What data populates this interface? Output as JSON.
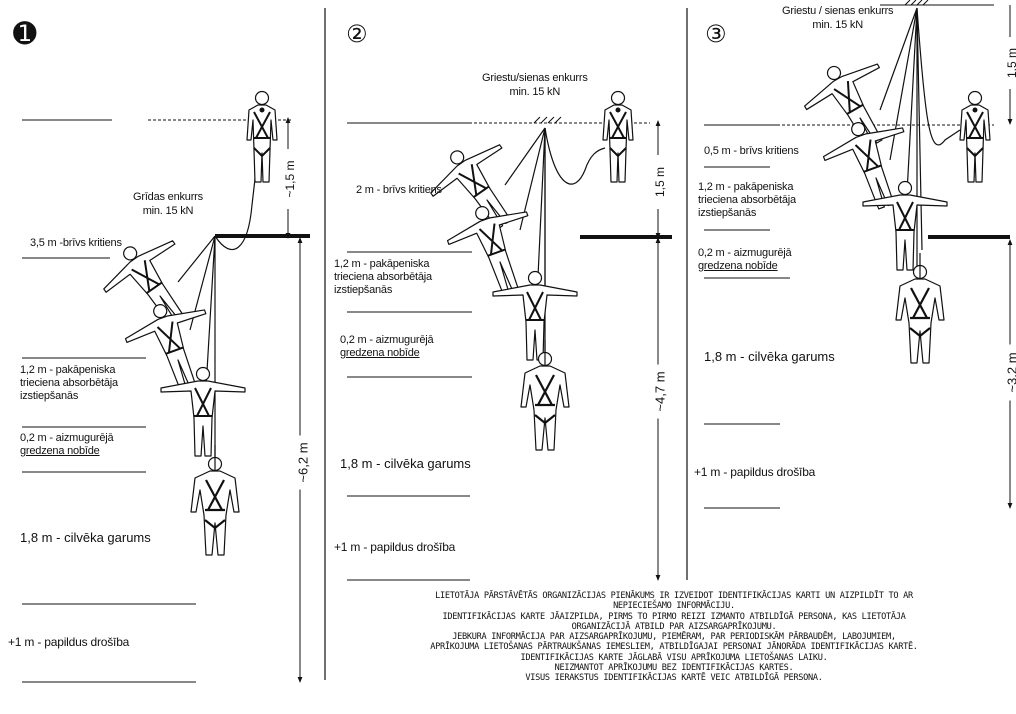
{
  "panel1": {
    "number": "➊",
    "anchor": [
      "Grīdas enkurrs",
      "min. 15 kN"
    ],
    "height_label": "~1,5 m",
    "total_label": "~6,2 m",
    "free_fall": "3,5 m -brīvs kritiens",
    "absorber": [
      "1,2 m -  pakāpeniska",
      "trieciena absorbētāja",
      "izstiepšanās"
    ],
    "ring": [
      "0,2 m -  aizmugurējā",
      "gredzena nobīde"
    ],
    "person": "1,8 m - cilvēka garums",
    "safety": "+1 m - papildus drošība"
  },
  "panel2": {
    "number": "②",
    "anchor": [
      "Griestu/sienas enkurrs",
      "min. 15 kN"
    ],
    "height_label": "1,5 m",
    "total_label": "~4,7 m",
    "free_fall": "2 m - brīvs kritiens",
    "absorber": [
      "1,2 m -  pakāpeniska",
      "trieciena absorbētāja",
      "izstiepšanās"
    ],
    "ring": [
      "0,2 m -  aizmugurējā",
      "gredzena nobīde"
    ],
    "person": "1,8 m - cilvēka garums",
    "safety": "+1 m - papildus drošība"
  },
  "panel3": {
    "number": "③",
    "anchor": [
      "Griestu / sienas enkurrs",
      "min. 15 kN"
    ],
    "height_label": "1,5 m",
    "total_label": "~3,2 m",
    "free_fall": "0,5 m - brīvs kritiens",
    "absorber": [
      "1,2 m -  pakāpeniska",
      "trieciena absorbētāja",
      "izstiepšanās"
    ],
    "ring": [
      "0,2 m -  aizmugurējā",
      "gredzena nobīde"
    ],
    "person": "1,8 m - cilvēka garums",
    "safety": "+1 m - papildus drošība"
  },
  "notes": [
    "LIETOTĀJA PĀRSTĀVĒTĀS ORGANIZĀCIJAS PIENĀKUMS IR IZVEIDOT IDENTIFIKĀCIJAS KARTI UN AIZPILDĪT TO AR",
    "NEPIECIEŠAMO INFORMĀCIJU.",
    "IDENTIFIKĀCIJAS KARTE JĀAIZPILDA, PIRMS TO PIRMO REIZI IZMANTO ATBILDĪGĀ PERSONA, KAS LIETOTĀJA",
    "ORGANIZĀCIJĀ ATBILD PAR AIZSARGAPRĪKOJUMU.",
    "JEBKURA INFORMĀCIJA PAR AIZSARGAPRĪKOJUMU, PIEMĒRAM, PAR PERIODISKĀM PĀRBAUDĒM, LABOJUMIEM,",
    "APRĪKOJUMA LIETOŠANAS PĀRTRAUKŠANAS IEMESLIEM, ATBILDĪGAJAI PERSONAI JĀNORĀDA IDENTIFIKĀCIJAS KARTĒ.",
    "IDENTIFIKĀCIJAS KARTE JĀGLABĀ VISU APRĪKOJUMA LIETOŠANAS LAIKU.",
    "NEIZMANTOT APRĪKOJUMU BEZ IDENTIFIKĀCIJAS KARTES.",
    "VISUS IERAKSTUS IDENTIFIKĀCIJAS KARTĒ VEIC ATBILDĪGĀ PERSONA."
  ]
}
